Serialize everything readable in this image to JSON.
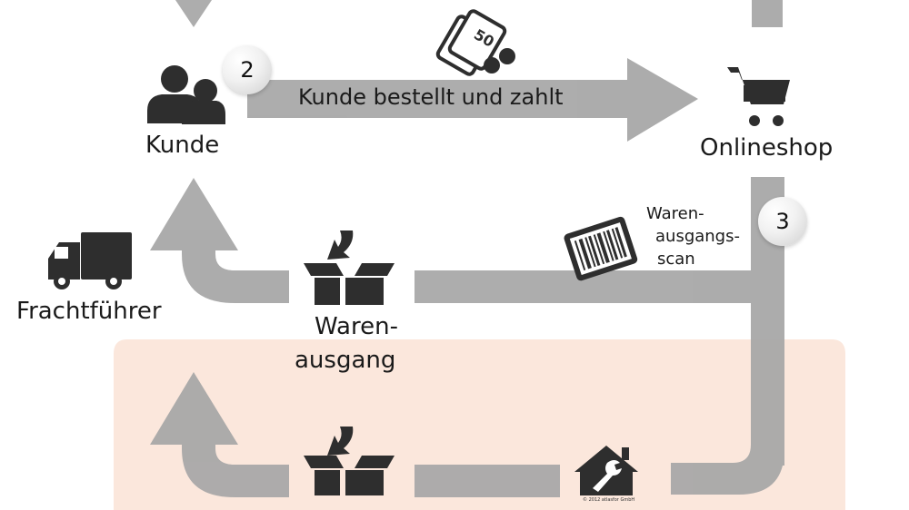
{
  "nodes": {
    "customer": {
      "label": "Kunde",
      "icon": "customers-icon"
    },
    "shop": {
      "label": "Onlineshop",
      "icon": "shopping-cart-icon"
    },
    "carrier": {
      "label": "Frachtführer",
      "icon": "delivery-truck-icon"
    },
    "goods_out": {
      "label_line1": "Waren-",
      "label_line2": "ausgang",
      "icon": "open-box-icon"
    },
    "goods_out_scan": {
      "line1": "Waren-",
      "line2": "ausgangs-",
      "line3": "scan",
      "icon": "barcode-scanner-icon"
    },
    "returns_box": {
      "icon": "open-box-icon"
    },
    "service": {
      "icon": "house-wrench-icon",
      "copyright": "© 2012 atlasfor GmbH"
    }
  },
  "flow": {
    "step2": {
      "number": "2",
      "label": "Kunde bestellt und zahlt",
      "icon": "money-icon"
    },
    "step3": {
      "number": "3"
    }
  },
  "colors": {
    "arrow": "#a6a6a6",
    "icon": "#2e2e2e",
    "highlight_band": "#fbe7dc"
  }
}
